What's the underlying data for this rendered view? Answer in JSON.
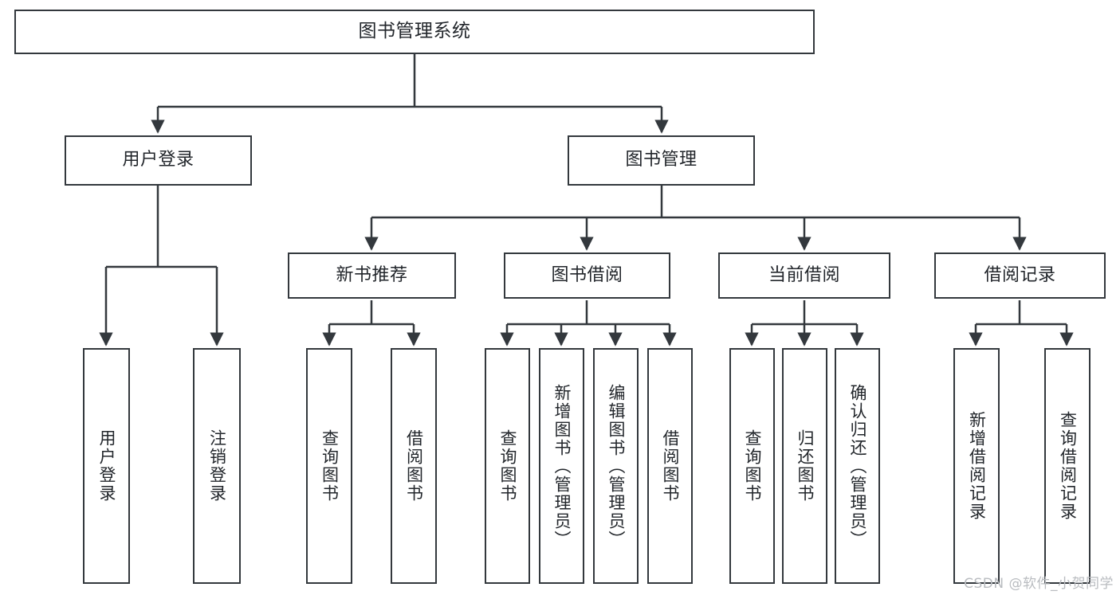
{
  "diagram": {
    "title": "图书管理系统",
    "type": "tree",
    "watermark": "CSDN @软件_小贺同学",
    "line_color": "#33383d",
    "box_fill": "#ffffff",
    "text_color": "#22262b"
  },
  "nodes": {
    "root": {
      "label": "图书管理系统"
    },
    "level2": [
      {
        "label": "用户登录"
      },
      {
        "label": "图书管理"
      }
    ],
    "level3": [
      {
        "label": "新书推荐"
      },
      {
        "label": "图书借阅"
      },
      {
        "label": "当前借阅"
      },
      {
        "label": "借阅记录"
      }
    ],
    "login_leaves": [
      {
        "label": "用户登录"
      },
      {
        "label": "注销登录"
      }
    ],
    "newbook_leaves": [
      {
        "label": "查询图书"
      },
      {
        "label": "借阅图书"
      }
    ],
    "borrow_leaves": [
      {
        "label": "查询图书"
      },
      {
        "label": "新增图书（管理员）"
      },
      {
        "label": "编辑图书（管理员）"
      },
      {
        "label": "借阅图书"
      }
    ],
    "current_leaves": [
      {
        "label": "查询图书"
      },
      {
        "label": "归还图书"
      },
      {
        "label": "确认归还（管理员）"
      }
    ],
    "record_leaves": [
      {
        "label": "新增借阅记录"
      },
      {
        "label": "查询借阅记录"
      }
    ]
  }
}
